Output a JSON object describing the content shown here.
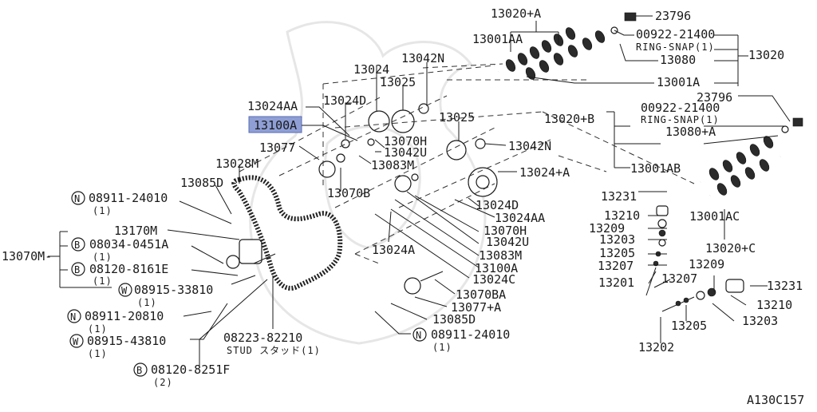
{
  "diagram_code": "A130C157",
  "highlight_color": "#8f9fd6",
  "labels": {
    "l13020pA": "13020+A",
    "l23796a": "23796",
    "l13001AA": "13001AA",
    "l00922a": "00922-21400",
    "lRingSnapA": "RING-SNAP(1)",
    "l13080": "13080",
    "l13020": "13020",
    "l13042Na": "13042N",
    "l13024": "13024",
    "l13025a": "13025",
    "l13001A": "13001A",
    "l23796b": "23796",
    "l13024AAa": "13024AA",
    "l13024Da": "13024D",
    "l13020pB": "13020+B",
    "l00922b": "00922-21400",
    "lRingSnapB": "RING-SNAP(1)",
    "l13100A": "13100A",
    "l13080pA": "13080+A",
    "l13025b": "13025",
    "l13070Ha": "13070H",
    "l13077": "13077",
    "l13042Ua": "13042U",
    "l13042Nb": "13042N",
    "l13083Ma": "13083M",
    "l13028M": "13028M",
    "l13001AB": "13001AB",
    "l13024pA": "13024+A",
    "l13085Da": "13085D",
    "l13070B": "13070B",
    "l13231a": "13231",
    "l08911_24010a": "08911-24010",
    "l1a": "(1)",
    "l13024Db": "13024D",
    "l13210a": "13210",
    "l13024AAb": "13024AA",
    "l13001AC": "13001AC",
    "l13170M": "13170M",
    "l13209a": "13209",
    "l13070Hb": "13070H",
    "l13203a": "13203",
    "l13024A": "13024A",
    "l08034": "08034-0451A",
    "l13042Ub": "13042U",
    "l13020pC": "13020+C",
    "l1b": "(1)",
    "l13205a": "13205",
    "l13083Mb": "13083M",
    "l13070M": "13070M-",
    "l13209b": "13209",
    "l13207a": "13207",
    "l08120_8161E": "08120-8161E",
    "l13100Ab": "13100A",
    "l1c": "(1)",
    "l13024C": "13024C",
    "l13207b": "13207",
    "l13201": "13201",
    "l08915_33810": "08915-33810",
    "l13231b": "13231",
    "l13070BA": "13070BA",
    "l1d": "(1)",
    "l13077pA": "13077+A",
    "l13210b": "13210",
    "l08911_20810": "08911-20810",
    "l13085Db": "13085D",
    "l13203b": "13203",
    "l1e": "(1)",
    "l13205b": "13205",
    "l08911_24010b": "08911-24010",
    "l08915_43810": "08915-43810",
    "l1f": "(1)",
    "l1g": "(1)",
    "l08223_82210": "08223-82210",
    "lStud": "STUD スタッド(1)",
    "l13202": "13202",
    "l08120_8251F": "08120-8251F",
    "l2": "(2)"
  },
  "circle_symbols": {
    "n1": "N",
    "b1": "B",
    "b2": "B",
    "w1": "W",
    "n2": "N",
    "w2": "W",
    "n3": "N",
    "b3": "B"
  }
}
